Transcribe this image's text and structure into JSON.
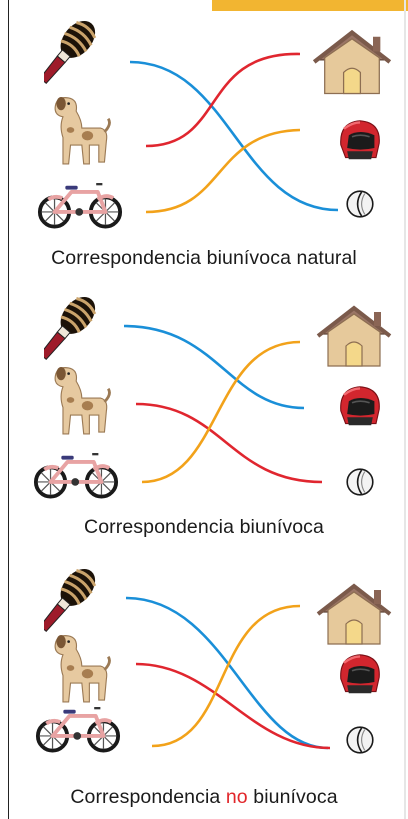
{
  "colors": {
    "accent": "#f2b531",
    "blue_line": "#1a8fd8",
    "red_line": "#e0262f",
    "orange_line": "#f2a21a",
    "highlight": "#e1262a"
  },
  "icons_left": [
    "maraca-icon",
    "dog-icon",
    "bicycle-icon"
  ],
  "icons_right": [
    "house-icon",
    "helmet-icon",
    "ball-icon"
  ],
  "panels": [
    {
      "caption": "Correspondencia biunívoca natural",
      "mapping": [
        {
          "from": "maraca",
          "to": "ball",
          "color": "blue"
        },
        {
          "from": "dog",
          "to": "house",
          "color": "red"
        },
        {
          "from": "bicycle",
          "to": "helmet",
          "color": "orange"
        }
      ]
    },
    {
      "caption": "Correspondencia biunívoca",
      "mapping": [
        {
          "from": "maraca",
          "to": "helmet",
          "color": "blue"
        },
        {
          "from": "dog",
          "to": "ball",
          "color": "red"
        },
        {
          "from": "bicycle",
          "to": "house",
          "color": "orange"
        }
      ]
    },
    {
      "caption_prefix": "Correspondencia ",
      "caption_highlight": "no",
      "caption_suffix": " biunívoca",
      "mapping": [
        {
          "from": "maraca",
          "to": "ball",
          "color": "blue"
        },
        {
          "from": "dog",
          "to": "ball",
          "color": "red"
        },
        {
          "from": "bicycle",
          "to": "house",
          "color": "orange"
        }
      ]
    }
  ]
}
